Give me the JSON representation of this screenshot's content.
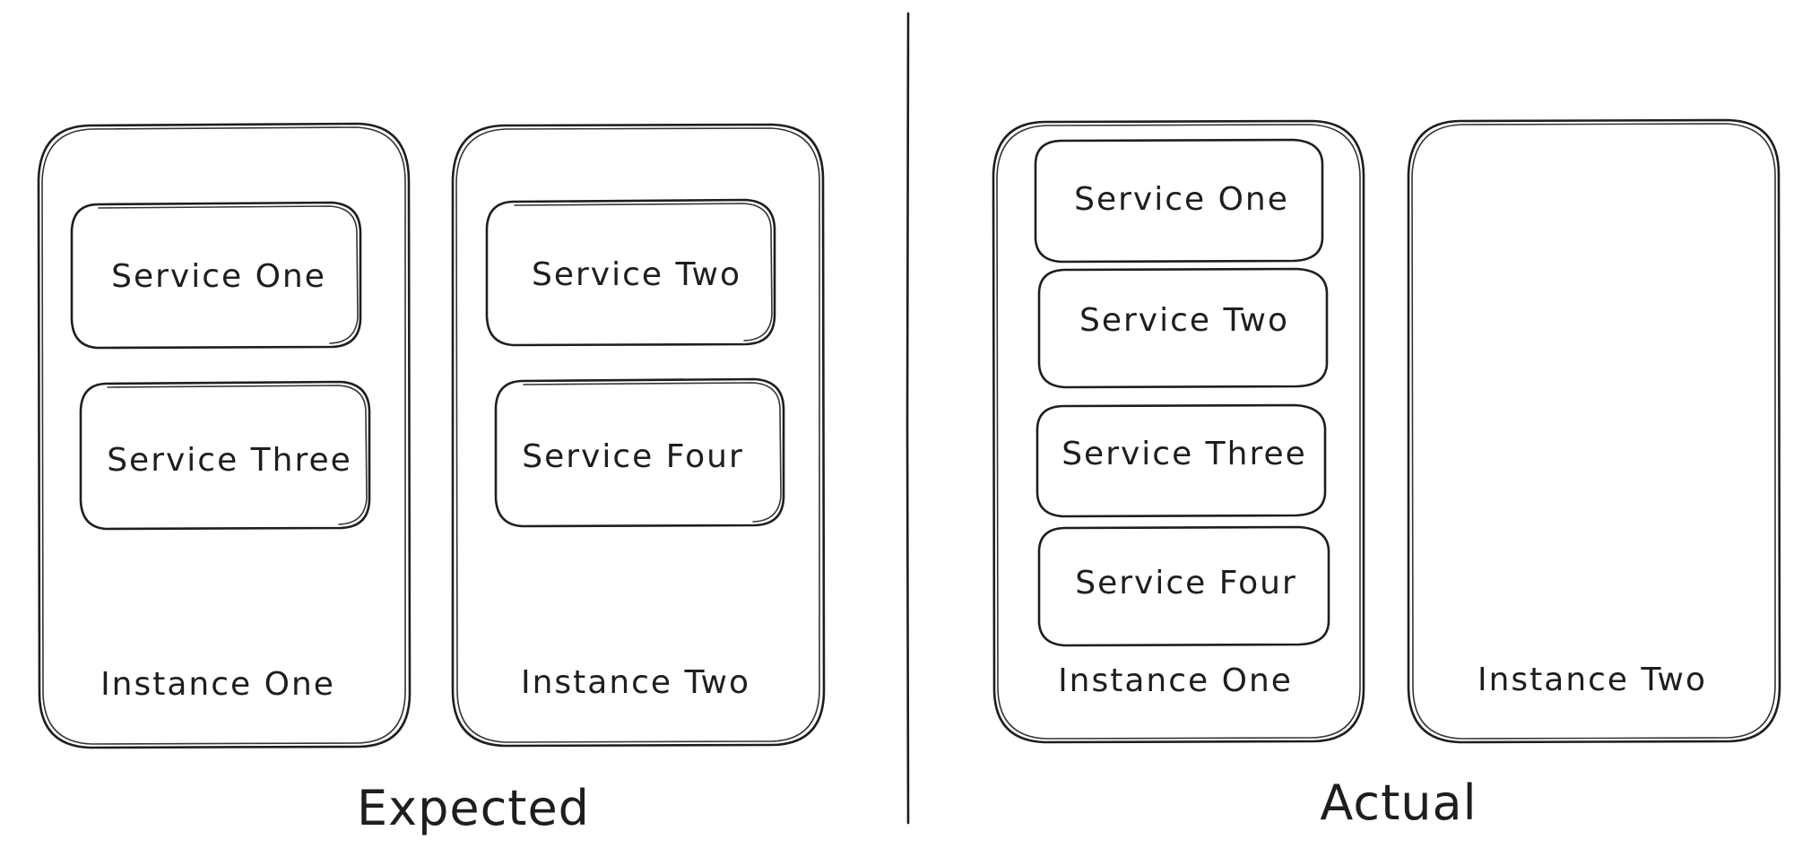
{
  "expected": {
    "caption": "Expected",
    "instance_one": {
      "label": "Instance One",
      "services": [
        "Service One",
        "Service Three"
      ]
    },
    "instance_two": {
      "label": "Instance Two",
      "services": [
        "Service Two",
        "Service Four"
      ]
    }
  },
  "actual": {
    "caption": "Actual",
    "instance_one": {
      "label": "Instance One",
      "services": [
        "Service One",
        "Service Two",
        "Service Three",
        "Service Four"
      ]
    },
    "instance_two": {
      "label": "Instance Two",
      "services": []
    }
  }
}
